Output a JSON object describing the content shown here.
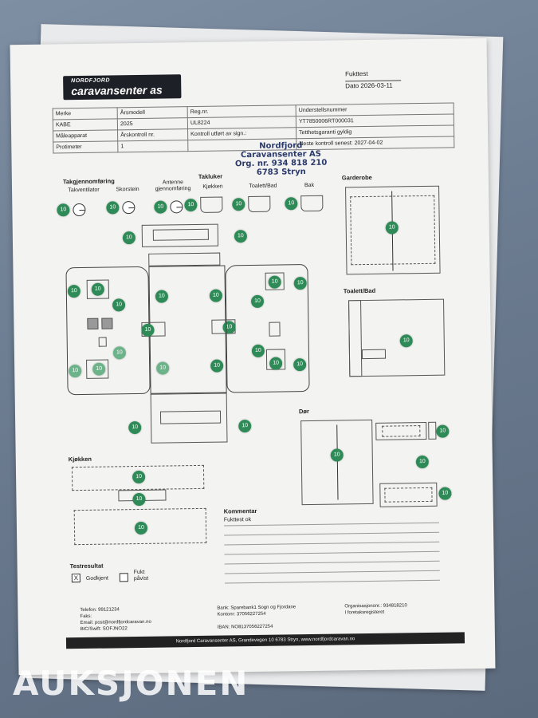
{
  "header": {
    "company_line1": "NORDFJORD",
    "company_line2": "caravansenter as",
    "doc_title": "Fukttest",
    "date": "Dato  2026-03-11"
  },
  "info_table": {
    "rows": [
      [
        "Merke",
        "Årsmodell",
        "Reg.nr.",
        "Understellsnummer"
      ],
      [
        "KABE",
        "2025",
        "UL8224",
        "YT7850006RT000031"
      ],
      [
        "Måleapparat",
        "Årskontroll nr.",
        "Kontroll utført av sign.:",
        "Tetthetsgaranti gyldig"
      ],
      [
        "Protimeter",
        "1",
        "",
        "Neste kontroll senest: 2027-04-02"
      ]
    ]
  },
  "stamp": {
    "name": "Nordfjord Caravansenter AS",
    "org": "Org. nr. 934 818 210",
    "city": "6783 Stryn"
  },
  "sections": {
    "takgjennomforing": "Takgjennomføring",
    "takluker": "Takluker",
    "garderobe": "Garderobe",
    "toalett_bad": "Toalett/Bad",
    "dor": "Dør",
    "kjokken": "Kjøkken",
    "kommentar": "Kommentar",
    "testresultat": "Testresultat"
  },
  "roof_labels": {
    "takventilator": "Takventilator",
    "skorstein": "Skorstein",
    "antenne": "Antenne\ngjennomføring",
    "kjokken": "Kjøkken",
    "toalett_bad": "Toalett/Bad",
    "bak": "Bak"
  },
  "reading": "10",
  "comment": "Fukttest ok",
  "result": {
    "godkjent_mark": "X",
    "godkjent": "Godkjent",
    "fukt_pavist": "Fukt\npåvist"
  },
  "contact": {
    "telefon": "Telefon: 99121234",
    "faks": "Faks:",
    "email": "Email: post@nordfjordcaravan.no",
    "bic": "BIC/Swift: SOFJNO22",
    "bank": "Bank: Sparebank1 Sogn og Fjordane",
    "kontonr": "Kontonr: 37056227254",
    "iban": "IBAN: NO8137056227254",
    "org": "Organisasjonsnr.: 934818210",
    "register": "I foretaksregisteret"
  },
  "footer": "Nordfjord Caravansenter AS, Grandevegen 10 6783 Stryn, www.nordfjordcaravan.no",
  "watermark": "AUKSJONEN",
  "colors": {
    "reading_dot": "#2e8b57",
    "stamp": "#2b3a6b"
  }
}
